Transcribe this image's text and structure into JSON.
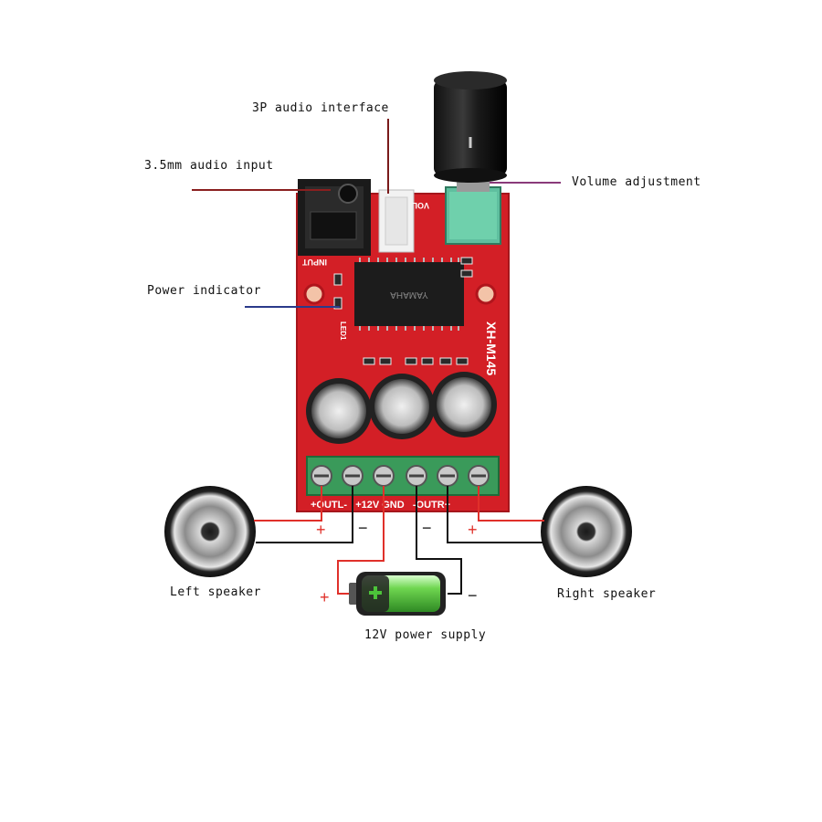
{
  "labels": {
    "audio_interface_3p": "3P audio interface",
    "audio_input_35mm": "3.5mm audio input",
    "volume_adjustment": "Volume adjustment",
    "power_indicator": "Power indicator",
    "left_speaker": "Left speaker",
    "right_speaker": "Right speaker",
    "power_supply": "12V power supply"
  },
  "board": {
    "model": "XH-M145",
    "terminal_label": "+OUTL-   +12V GND   -OUTR+",
    "input_label": "INPUT",
    "vol_label": "VOL",
    "led_label": "LED1",
    "chip_text": "YAMAHA"
  },
  "polarity": {
    "left_plus": "+",
    "left_minus": "−",
    "right_plus": "+",
    "right_minus": "−",
    "battery_plus": "+",
    "battery_minus": "−"
  },
  "colors": {
    "board": "#d31f26",
    "wire_red": "#e0302a",
    "wire_black": "#111111",
    "wire_dark_red": "#7a1a1a",
    "wire_purple": "#8a3a7a",
    "wire_blue": "#2a3a8a",
    "terminal": "#3a9a5a",
    "battery_green": "#4cc43a"
  }
}
